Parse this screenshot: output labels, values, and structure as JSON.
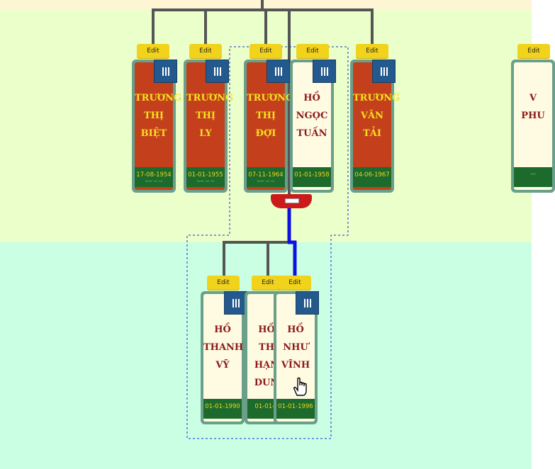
{
  "colors": {
    "female_card": "#c4401c",
    "male_card": "#fffbe3",
    "edit_button": "#f1d31b",
    "menu_button": "#23598d",
    "date_band": "#1c6b2c",
    "connector": "#555555",
    "highlight_connector": "#1010e0",
    "collapse_button": "#cc1a1a"
  },
  "generation2": [
    {
      "edit": "Edit",
      "name": [
        "TRƯƠNG",
        "THỊ",
        "BIỆT"
      ],
      "date": "17-08-1954",
      "date_sub": "---- -- --",
      "gender": "female"
    },
    {
      "edit": "Edit",
      "name": [
        "TRƯƠNG",
        "THỊ",
        "LY"
      ],
      "date": "01-01-1955",
      "date_sub": "---- -- --",
      "gender": "female"
    },
    {
      "edit": "Edit",
      "name": [
        "TRƯƠNG",
        "THỊ",
        "ĐỢI"
      ],
      "date": "07-11-1964",
      "date_sub": "---- -- --",
      "gender": "female"
    },
    {
      "edit": "Edit",
      "name": [
        "HỒ",
        "NGỌC",
        "TUẤN"
      ],
      "date": "01-01-1958",
      "date_sub": "",
      "gender": "male"
    },
    {
      "edit": "Edit",
      "name": [
        "TRƯƠNG",
        "VĂN",
        "TẢI"
      ],
      "date": "04-06-1967",
      "date_sub": "",
      "gender": "female"
    },
    {
      "edit": "Edit",
      "name": [
        "V",
        "PHU",
        ""
      ],
      "date": "",
      "date_sub": "---",
      "gender": "male"
    }
  ],
  "generation3": [
    {
      "edit": "Edit",
      "name": [
        "HỒ",
        "THANH",
        "VỸ"
      ],
      "date": "01-01-1990",
      "date_sub": "",
      "gender": "male"
    },
    {
      "edit": "Edit",
      "name": [
        "HỒ",
        "TH",
        "HẠN",
        "DUN"
      ],
      "date": "01-01-1",
      "date_sub": "",
      "gender": "male"
    },
    {
      "edit": "Edit",
      "name": [
        "HỒ",
        "NHƯ",
        "VĨNH"
      ],
      "date": "01-01-1996",
      "date_sub": "",
      "gender": "male"
    }
  ]
}
